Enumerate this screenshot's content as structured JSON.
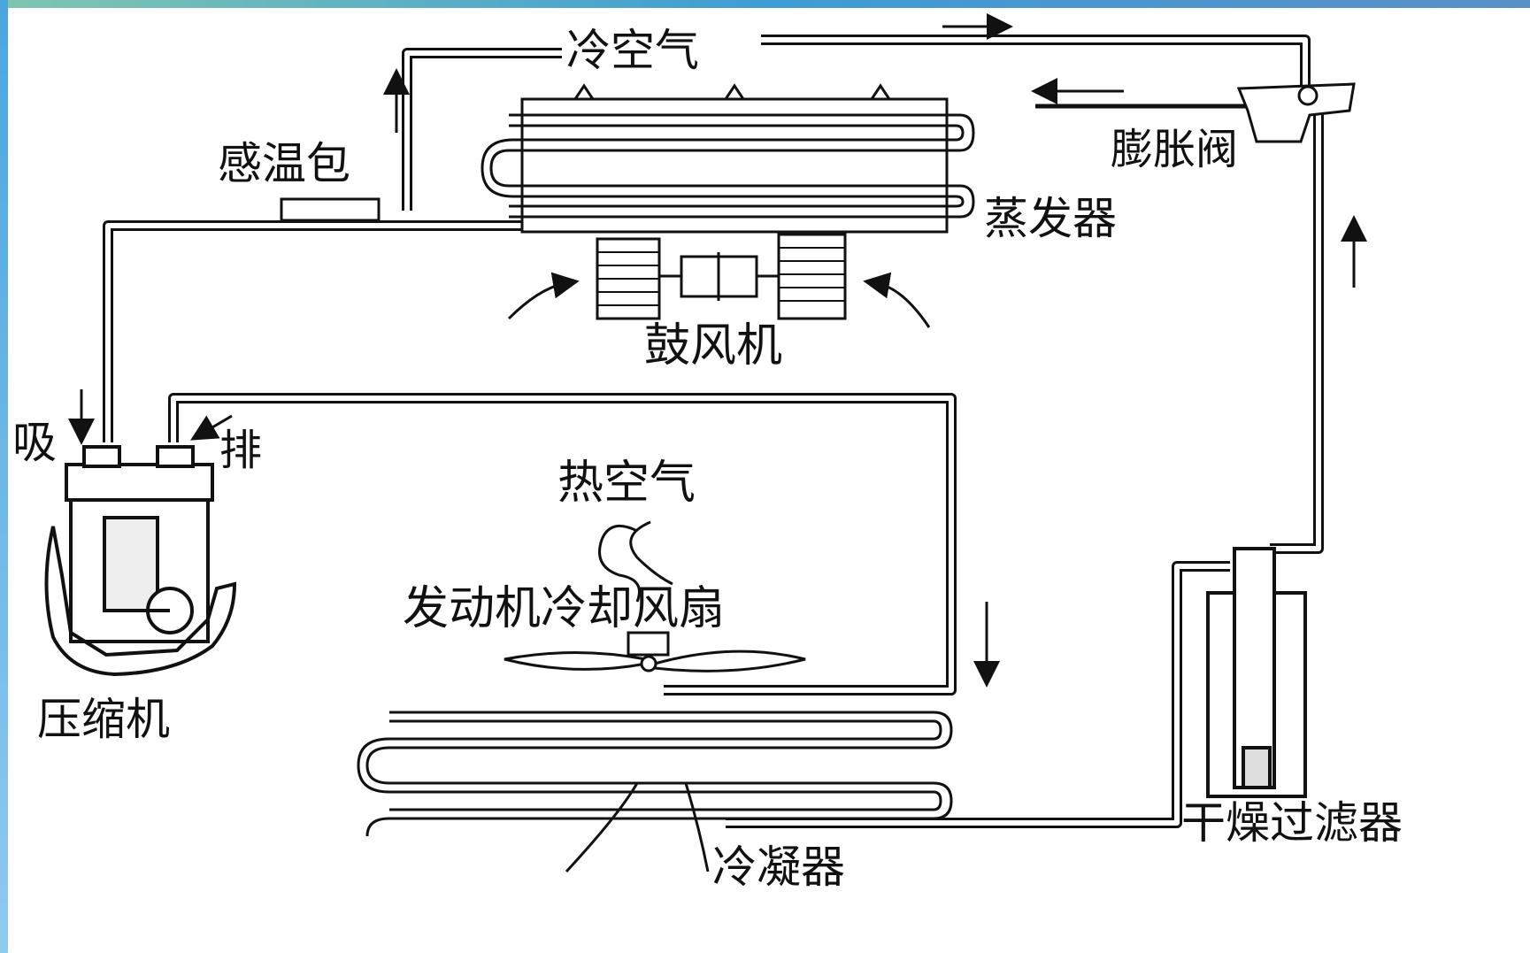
{
  "labels": {
    "cold_air": "冷空气",
    "thermal_bulb": "感温包",
    "expansion_valve": "膨胀阀",
    "evaporator": "蒸发器",
    "blower": "鼓风机",
    "suction": "吸",
    "discharge": "排",
    "hot_air": "热空气",
    "engine_cooling_fan": "发动机冷却风扇",
    "compressor": "压缩机",
    "drier_filter": "干燥过滤器",
    "condenser": "冷凝器"
  },
  "colors": {
    "line": "#111111",
    "border_left": "#4aa6e0",
    "border_top": "#3f9cd6"
  }
}
